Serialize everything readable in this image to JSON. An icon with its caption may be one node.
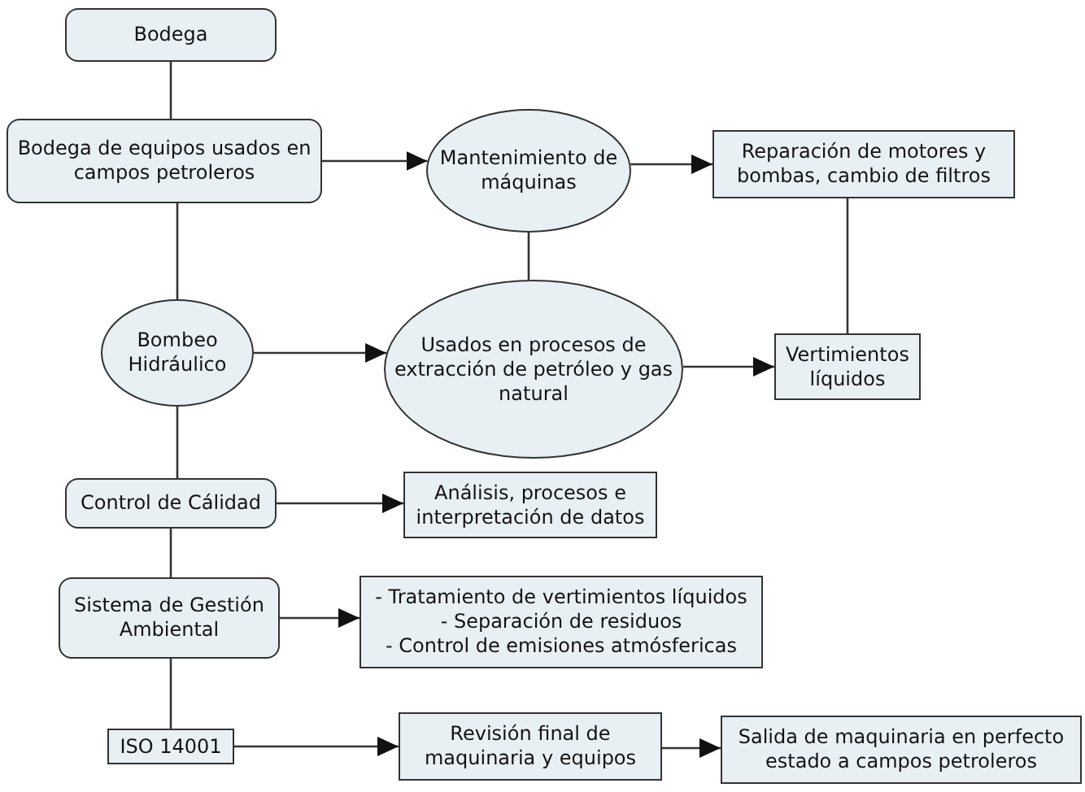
{
  "diagram": {
    "nodes": [
      {
        "text": [
          "Bodega"
        ]
      },
      {
        "text": [
          "Bodega de equipos usados en campos petroleros"
        ]
      },
      {
        "text": [
          "Mantenimiento de máquinas"
        ]
      },
      {
        "text": [
          "Reparación de motores y bombas, cambio de filtros"
        ]
      },
      {
        "text": [
          "Bombeo Hidráulico"
        ]
      },
      {
        "text": [
          "Usados en procesos de extracción de petróleo y gas natural"
        ]
      },
      {
        "text": [
          "Vertimientos líquidos"
        ]
      },
      {
        "text": [
          "Control de Cálidad"
        ]
      },
      {
        "text": [
          "Análisis, procesos e interpretación de datos"
        ]
      },
      {
        "text": [
          "Sistema de Gestión Ambiental"
        ]
      },
      {
        "text": [
          "- Tratamiento de vertimientos líquidos",
          "- Separación de residuos",
          "- Control de emisiones atmósfericas"
        ]
      },
      {
        "text": [
          "ISO 14001"
        ]
      },
      {
        "text": [
          "Revisión final de maquinaria y equipos"
        ]
      },
      {
        "text": [
          "Salida de maquinaria en perfecto estado a campos petroleros"
        ]
      }
    ],
    "edges": [
      {
        "from": 0,
        "to": 1,
        "arrow": "none"
      },
      {
        "from": 1,
        "to": 2,
        "arrow": "to"
      },
      {
        "from": 2,
        "to": 3,
        "arrow": "to"
      },
      {
        "from": 2,
        "to": 5,
        "arrow": "none"
      },
      {
        "from": 3,
        "to": 6,
        "arrow": "none"
      },
      {
        "from": 1,
        "to": 4,
        "arrow": "none"
      },
      {
        "from": 4,
        "to": 5,
        "arrow": "to"
      },
      {
        "from": 5,
        "to": 6,
        "arrow": "to"
      },
      {
        "from": 4,
        "to": 7,
        "arrow": "none"
      },
      {
        "from": 7,
        "to": 8,
        "arrow": "to"
      },
      {
        "from": 7,
        "to": 9,
        "arrow": "none"
      },
      {
        "from": 9,
        "to": 10,
        "arrow": "to"
      },
      {
        "from": 9,
        "to": 11,
        "arrow": "none"
      },
      {
        "from": 11,
        "to": 12,
        "arrow": "to"
      },
      {
        "from": 12,
        "to": 13,
        "arrow": "to"
      }
    ]
  }
}
